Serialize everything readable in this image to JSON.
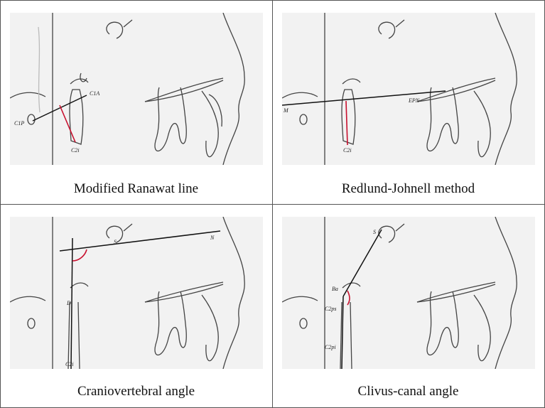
{
  "panels": [
    {
      "caption": "Modified Ranawat line",
      "labels": {
        "c1a": "C1A",
        "c1p": "C1P",
        "c2i": "C2i"
      }
    },
    {
      "caption": "Redlund-Johnell method",
      "labels": {
        "m": "M",
        "epn": "EPN",
        "c2i": "C2i"
      }
    },
    {
      "caption": "Craniovertebral angle",
      "labels": {
        "s": "S",
        "n": "N",
        "d": "D",
        "c2i": "C2i"
      }
    },
    {
      "caption": "Clivus-canal angle",
      "labels": {
        "s": "S",
        "ba": "Ba",
        "c2ps": "C2ps",
        "c2pi": "C2pi"
      }
    }
  ],
  "colors": {
    "line": "#111111",
    "accent": "#c8102e",
    "sketch": "#444444"
  }
}
